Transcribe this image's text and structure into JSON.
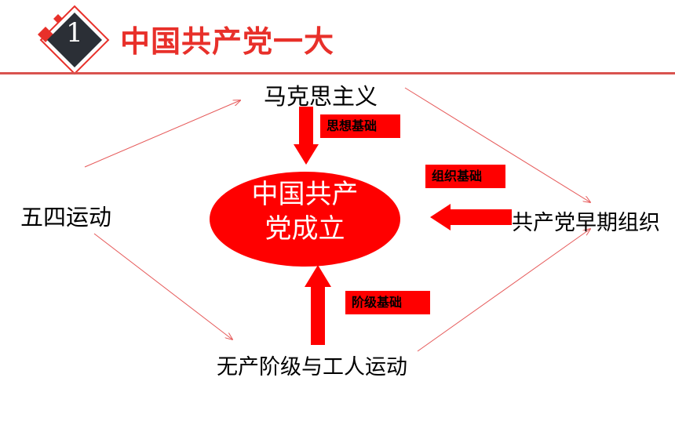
{
  "header": {
    "badge_number": "1",
    "title": "中国共产党一大"
  },
  "nodes": {
    "marxism": "马克思主义",
    "may_fourth": "五四运动",
    "early_orgs": "共产党早期组织",
    "workers": "无产阶级与工人运动"
  },
  "center": {
    "line1": "中国共产",
    "line2": "党成立"
  },
  "tags": {
    "ideological": "思想基础",
    "organizational": "组织基础",
    "class": "阶级基础"
  },
  "colors": {
    "accent": "#ff0000",
    "title": "#e8302a",
    "thin_arrow": "#e65a5a",
    "badge_dark": "#2b2f36"
  }
}
